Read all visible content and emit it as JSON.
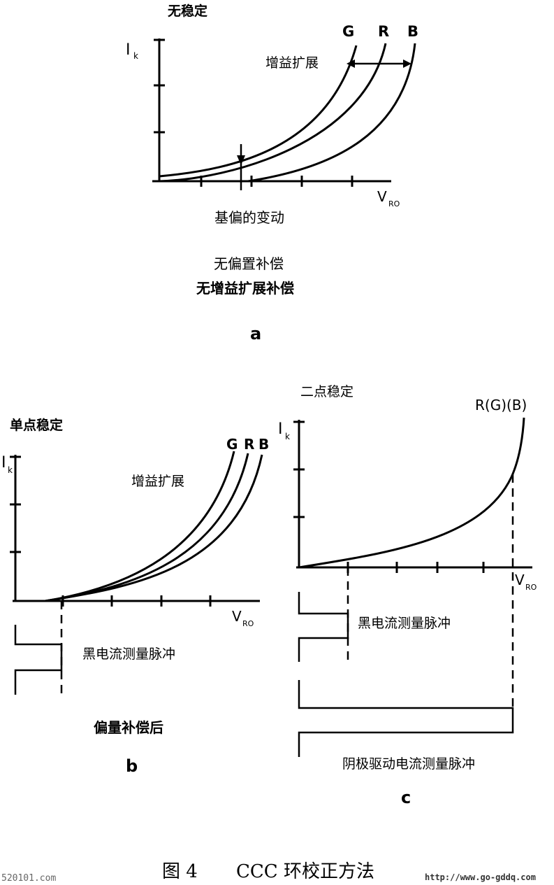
{
  "panel_a": {
    "title": "无稳定",
    "y_axis": "I",
    "y_axis_sub": "k",
    "x_axis": "V",
    "x_axis_sub": "RO",
    "curve_labels": [
      "G",
      "R",
      "B"
    ],
    "gain_label": "增益扩展",
    "base_label": "基偏的变动",
    "note_1": "无偏置补偿",
    "note_2": "无增益扩展补偿",
    "panel_letter": "a"
  },
  "panel_b": {
    "title": "单点稳定",
    "y_axis": "I",
    "y_axis_sub": "k",
    "x_axis": "V",
    "x_axis_sub": "RO",
    "curve_labels": [
      "G",
      "R",
      "B"
    ],
    "gain_label": "增益扩展",
    "pulse_label": "黑电流测量脉冲",
    "note": "偏量补偿后",
    "panel_letter": "b"
  },
  "panel_c": {
    "title": "二点稳定",
    "y_axis": "I",
    "y_axis_sub": "k",
    "x_axis": "V",
    "x_axis_sub": "RO",
    "curve_label": "R(G)(B)",
    "pulse_label_1": "黑电流测量脉冲",
    "pulse_label_2": "阴极驱动电流测量脉冲",
    "panel_letter": "c"
  },
  "caption": {
    "figure_no": "图 4",
    "text": "CCC 环校正方法"
  },
  "watermark_left": "520101.com",
  "watermark_right": "http://www.go-gddq.com"
}
